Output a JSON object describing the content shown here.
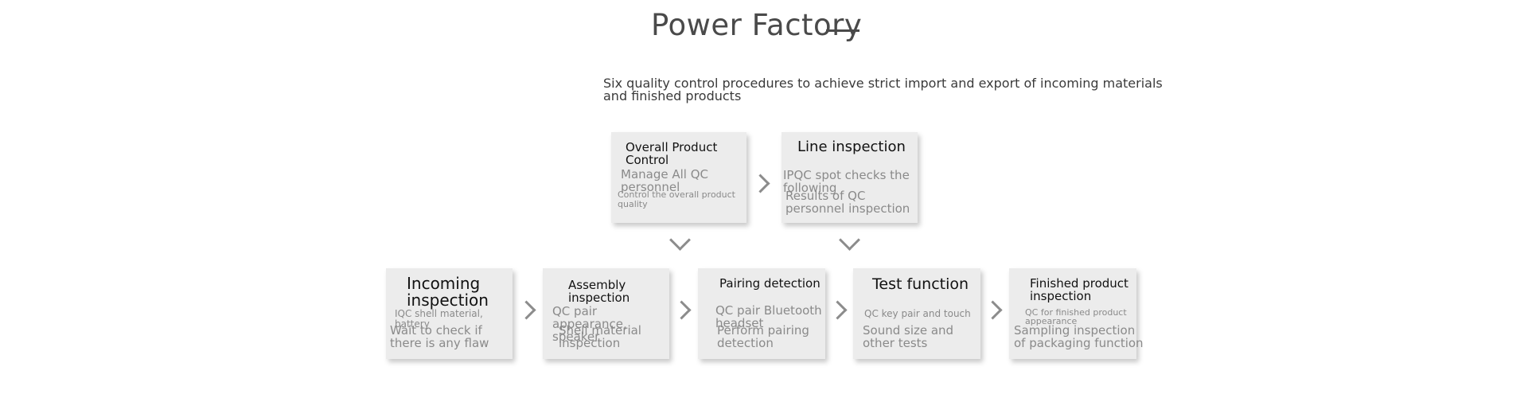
{
  "title": "Power Factory",
  "subtitle": "Six quality control procedures to achieve strict import and export of incoming materials and finished products",
  "top_cards": [
    {
      "title": "Overall Product Control",
      "line1": "Manage All QC personnel",
      "line2": "Control the overall product quality"
    },
    {
      "title": "Line inspection",
      "line1": "IPQC spot checks the following",
      "line2": "Results of QC personnel inspection"
    }
  ],
  "bottom_cards": [
    {
      "title": "Incoming inspection",
      "line1": "IQC shell material, battery",
      "line2": "Wait to check if there is any flaw"
    },
    {
      "title": "Assembly inspection",
      "line1": "QC pair appearance, speaker",
      "line2": "Shell material inspection"
    },
    {
      "title": "Pairing detection",
      "line1": "QC pair Bluetooth headset",
      "line2": "Perform pairing detection"
    },
    {
      "title": "Test function",
      "line1": "QC key pair and touch",
      "line2": "Sound size and other tests"
    },
    {
      "title": "Finished product inspection",
      "line1": "QC for finished product appearance",
      "line2": "Sampling inspection of packaging function"
    }
  ]
}
